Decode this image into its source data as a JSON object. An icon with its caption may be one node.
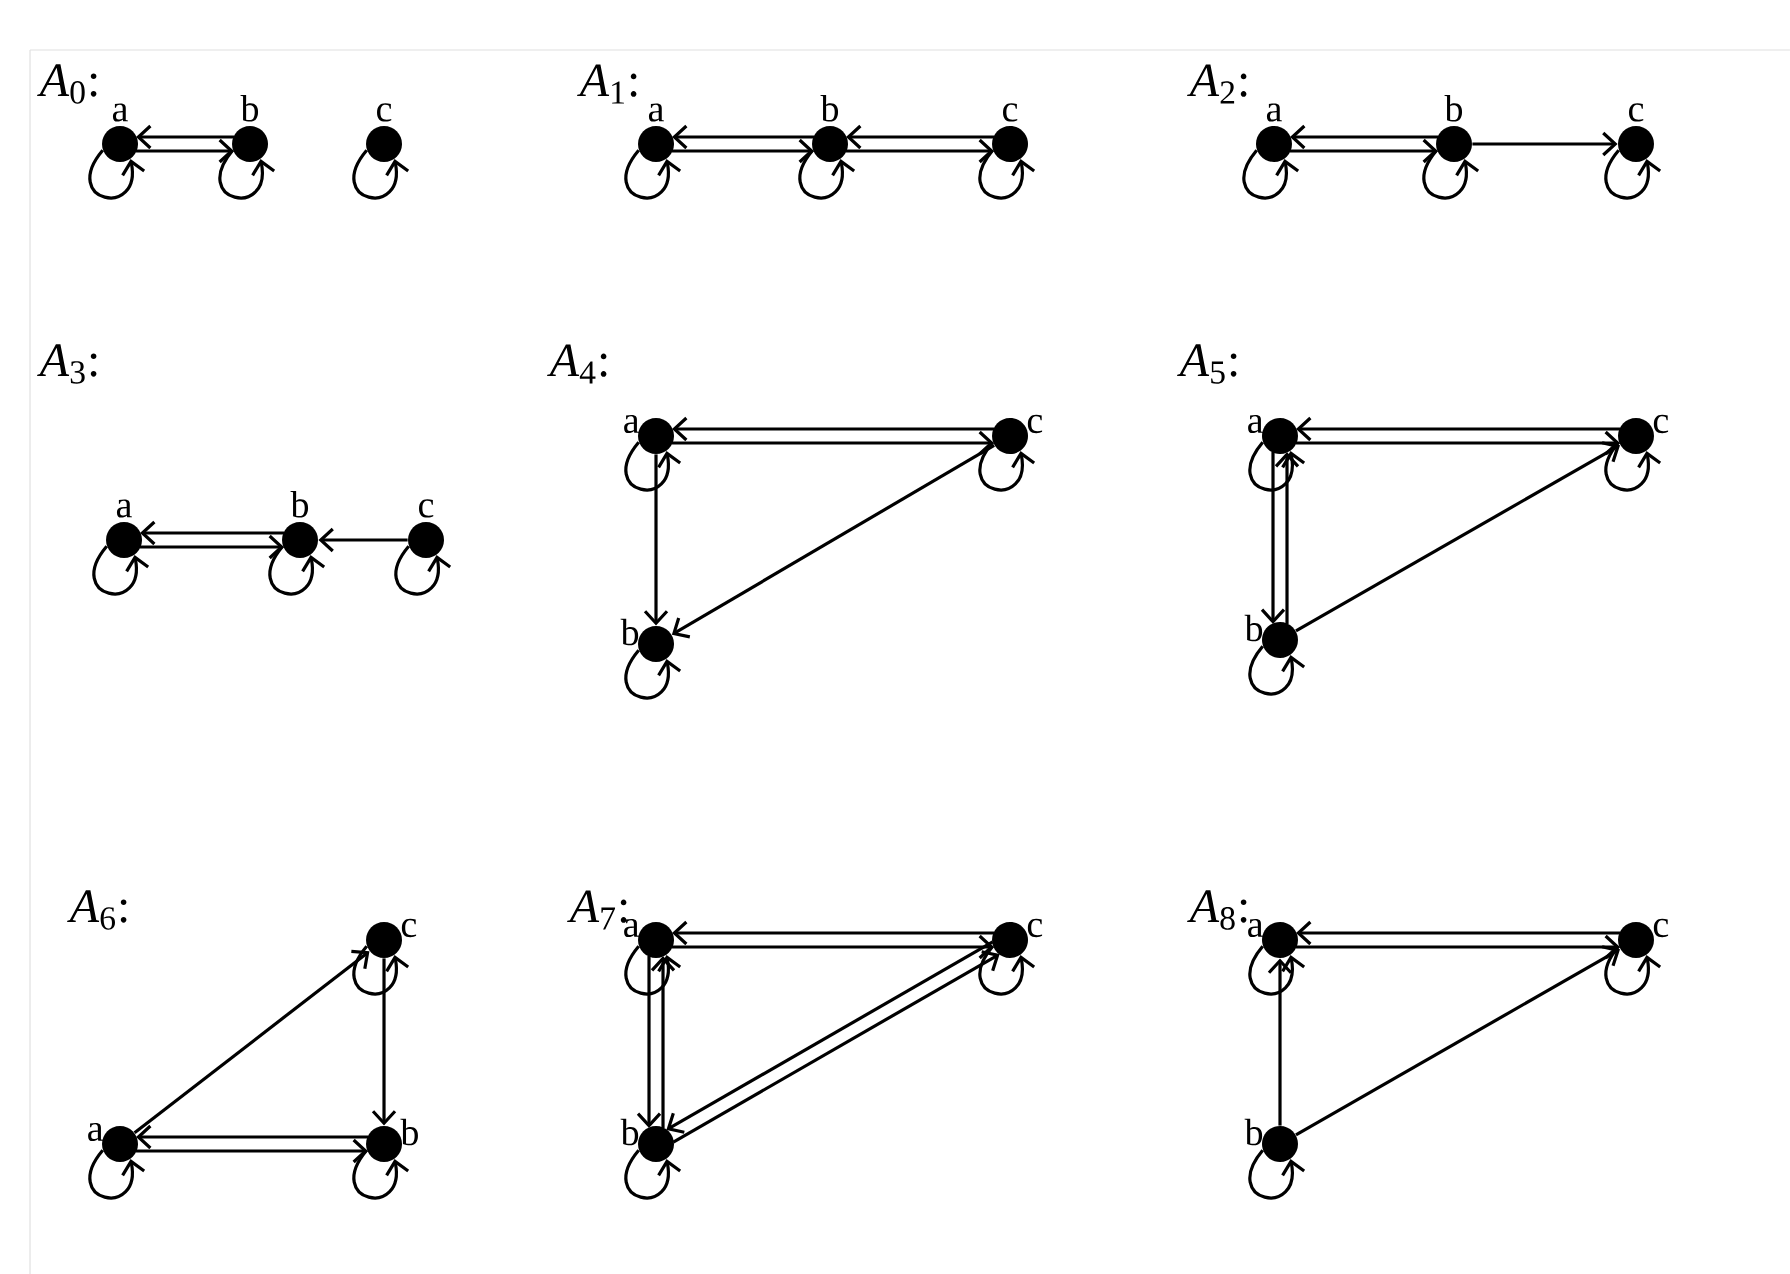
{
  "diagram": {
    "nodes": [
      {
        "text": [],
        "shape": "circle",
        "beside": [
          "a"
        ]
      },
      {
        "text": [],
        "shape": "circle",
        "beside": [
          "b"
        ]
      },
      {
        "text": [],
        "shape": "circle",
        "beside": [
          "c"
        ]
      },
      {
        "text": [],
        "shape": "circle",
        "beside": [
          "a"
        ]
      },
      {
        "text": [],
        "shape": "circle",
        "beside": [
          "b"
        ]
      },
      {
        "text": [],
        "shape": "circle",
        "beside": [
          "c"
        ]
      },
      {
        "text": [],
        "shape": "circle",
        "beside": [
          "a"
        ]
      },
      {
        "text": [],
        "shape": "circle",
        "beside": [
          "b"
        ]
      },
      {
        "text": [],
        "shape": "circle",
        "beside": [
          "c"
        ]
      },
      {
        "text": [],
        "shape": "circle",
        "beside": [
          "a"
        ]
      },
      {
        "text": [],
        "shape": "circle",
        "beside": [
          "b"
        ]
      },
      {
        "text": [],
        "shape": "circle",
        "beside": [
          "c"
        ]
      },
      {
        "text": [],
        "shape": "circle",
        "beside": [
          "a"
        ]
      },
      {
        "text": [],
        "shape": "circle",
        "beside": [
          "b"
        ]
      },
      {
        "text": [],
        "shape": "circle",
        "beside": [
          "c"
        ]
      },
      {
        "text": [],
        "shape": "circle",
        "beside": [
          "a"
        ]
      },
      {
        "text": [],
        "shape": "circle",
        "beside": [
          "b"
        ]
      },
      {
        "text": [],
        "shape": "circle",
        "beside": [
          "c"
        ]
      },
      {
        "text": [],
        "shape": "circle",
        "beside": [
          "a"
        ]
      },
      {
        "text": [],
        "shape": "circle",
        "beside": [
          "b"
        ]
      },
      {
        "text": [],
        "shape": "circle",
        "beside": [
          "c"
        ]
      },
      {
        "text": [],
        "shape": "circle",
        "beside": [
          "a"
        ]
      },
      {
        "text": [],
        "shape": "circle",
        "beside": [
          "b"
        ]
      },
      {
        "text": [],
        "shape": "circle",
        "beside": [
          "c"
        ]
      },
      {
        "text": [],
        "shape": "circle",
        "beside": [
          "a"
        ]
      },
      {
        "text": [],
        "shape": "circle",
        "beside": [
          "b"
        ]
      },
      {
        "text": [],
        "shape": "circle",
        "beside": [
          "c"
        ]
      }
    ],
    "edges": [
      {
        "from": 1,
        "to": 0,
        "arrow": "to"
      },
      {
        "from": 0,
        "to": 1,
        "arrow": "to"
      },
      {
        "from": 0,
        "to": 0,
        "arrow": "to"
      },
      {
        "from": 1,
        "to": 1,
        "arrow": "to"
      },
      {
        "from": 2,
        "to": 2,
        "arrow": "to"
      },
      {
        "from": 4,
        "to": 3,
        "arrow": "to"
      },
      {
        "from": 3,
        "to": 4,
        "arrow": "to"
      },
      {
        "from": 5,
        "to": 4,
        "arrow": "to"
      },
      {
        "from": 4,
        "to": 5,
        "arrow": "to"
      },
      {
        "from": 3,
        "to": 3,
        "arrow": "to"
      },
      {
        "from": 4,
        "to": 4,
        "arrow": "to"
      },
      {
        "from": 5,
        "to": 5,
        "arrow": "to"
      },
      {
        "from": 7,
        "to": 6,
        "arrow": "to"
      },
      {
        "from": 6,
        "to": 7,
        "arrow": "to"
      },
      {
        "from": 7,
        "to": 8,
        "arrow": "to"
      },
      {
        "from": 6,
        "to": 6,
        "arrow": "to"
      },
      {
        "from": 7,
        "to": 7,
        "arrow": "to"
      },
      {
        "from": 8,
        "to": 8,
        "arrow": "to"
      },
      {
        "from": 10,
        "to": 9,
        "arrow": "to"
      },
      {
        "from": 9,
        "to": 10,
        "arrow": "to"
      },
      {
        "from": 11,
        "to": 10,
        "arrow": "to"
      },
      {
        "from": 9,
        "to": 9,
        "arrow": "to"
      },
      {
        "from": 10,
        "to": 10,
        "arrow": "to"
      },
      {
        "from": 11,
        "to": 11,
        "arrow": "to"
      },
      {
        "from": 14,
        "to": 12,
        "arrow": "to"
      },
      {
        "from": 12,
        "to": 14,
        "arrow": "to"
      },
      {
        "from": 12,
        "to": 13,
        "arrow": "to"
      },
      {
        "from": 14,
        "to": 13,
        "arrow": "to"
      },
      {
        "from": 12,
        "to": 12,
        "arrow": "to"
      },
      {
        "from": 13,
        "to": 13,
        "arrow": "to"
      },
      {
        "from": 14,
        "to": 14,
        "arrow": "to"
      },
      {
        "from": 17,
        "to": 15,
        "arrow": "to"
      },
      {
        "from": 15,
        "to": 17,
        "arrow": "to"
      },
      {
        "from": 15,
        "to": 16,
        "arrow": "to"
      },
      {
        "from": 16,
        "to": 15,
        "arrow": "to"
      },
      {
        "from": 16,
        "to": 17,
        "arrow": "to"
      },
      {
        "from": 15,
        "to": 15,
        "arrow": "to"
      },
      {
        "from": 16,
        "to": 16,
        "arrow": "to"
      },
      {
        "from": 17,
        "to": 17,
        "arrow": "to"
      },
      {
        "from": 18,
        "to": 20,
        "arrow": "to"
      },
      {
        "from": 20,
        "to": 19,
        "arrow": "to"
      },
      {
        "from": 19,
        "to": 18,
        "arrow": "to"
      },
      {
        "from": 18,
        "to": 19,
        "arrow": "to"
      },
      {
        "from": 18,
        "to": 18,
        "arrow": "to"
      },
      {
        "from": 19,
        "to": 19,
        "arrow": "to"
      },
      {
        "from": 20,
        "to": 20,
        "arrow": "to"
      },
      {
        "from": 23,
        "to": 21,
        "arrow": "to"
      },
      {
        "from": 21,
        "to": 23,
        "arrow": "to"
      },
      {
        "from": 21,
        "to": 22,
        "arrow": "to"
      },
      {
        "from": 22,
        "to": 21,
        "arrow": "to"
      },
      {
        "from": 23,
        "to": 22,
        "arrow": "to"
      },
      {
        "from": 22,
        "to": 23,
        "arrow": "to"
      },
      {
        "from": 21,
        "to": 21,
        "arrow": "to"
      },
      {
        "from": 22,
        "to": 22,
        "arrow": "to"
      },
      {
        "from": 23,
        "to": 23,
        "arrow": "to"
      },
      {
        "from": 26,
        "to": 24,
        "arrow": "to"
      },
      {
        "from": 24,
        "to": 26,
        "arrow": "to"
      },
      {
        "from": 25,
        "to": 24,
        "arrow": "to"
      },
      {
        "from": 25,
        "to": 26,
        "arrow": "to"
      },
      {
        "from": 24,
        "to": 24,
        "arrow": "to"
      },
      {
        "from": 25,
        "to": 25,
        "arrow": "to"
      },
      {
        "from": 26,
        "to": 26,
        "arrow": "to"
      }
    ],
    "labels": [
      "*A*$_{0}$:",
      "*A*$_{1}$:",
      "*A*$_{2}$:",
      "*A*$_{3}$:",
      "*A*$_{4}$:",
      "*A*$_{5}$:",
      "*A*$_{6}$:",
      "*A*$_{7}$:",
      "*A*$_{8}$:"
    ]
  }
}
